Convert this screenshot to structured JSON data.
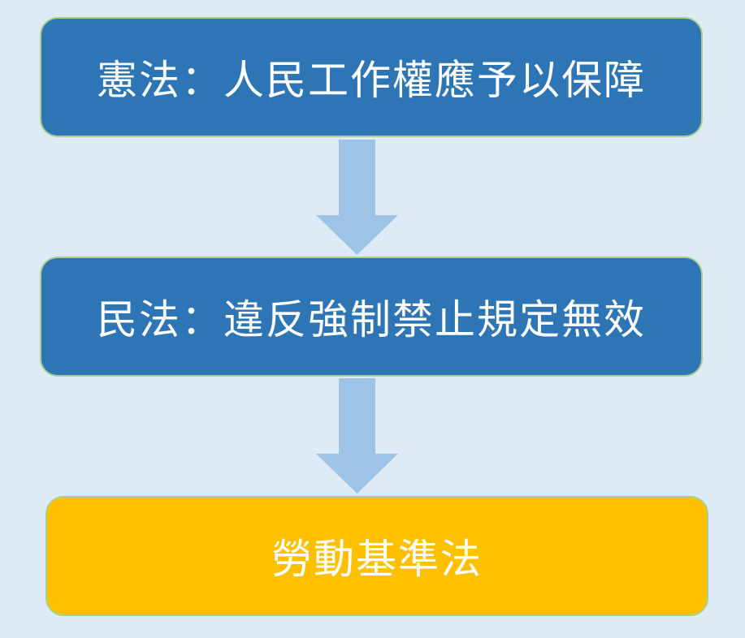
{
  "colors": {
    "background": "#deebf7",
    "box_blue": "#2e75b6",
    "box_gold": "#ffc000",
    "box_border": "#a9d18e",
    "arrow": "#9dc3e6",
    "text": "#ffffff"
  },
  "flow": {
    "steps": [
      {
        "label": "憲法：人民工作權應予以保障"
      },
      {
        "label": "民法：違反強制禁止規定無效"
      },
      {
        "label": "勞動基準法"
      }
    ],
    "connectors": [
      {
        "icon": "down-arrow-icon"
      },
      {
        "icon": "down-arrow-icon"
      }
    ]
  }
}
